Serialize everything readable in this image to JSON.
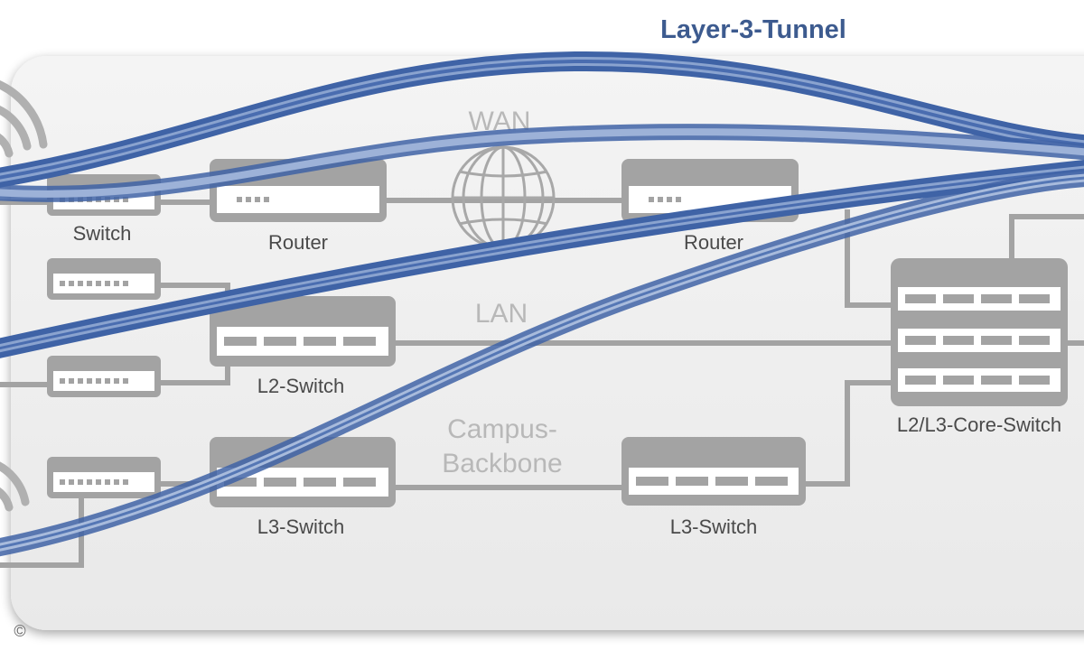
{
  "title": "Layer-3-Tunnel",
  "zones": {
    "wan": "WAN",
    "lan": "LAN",
    "campus_line1": "Campus-",
    "campus_line2": "Backbone"
  },
  "devices": {
    "switch": "Switch",
    "router_left": "Router",
    "router_right": "Router",
    "l2_switch": "L2-Switch",
    "l3_switch_left": "L3-Switch",
    "l3_switch_right": "L3-Switch",
    "core_switch": "L2/L3-Core-Switch"
  },
  "copyright": "©",
  "colors": {
    "tunnel": "#3f63a6",
    "device": "#a3a3a3",
    "background_panel": "#efefef",
    "title": "#3d5b8f"
  },
  "icons": [
    "wifi-icon",
    "globe-icon",
    "switch-icon",
    "router-icon"
  ]
}
